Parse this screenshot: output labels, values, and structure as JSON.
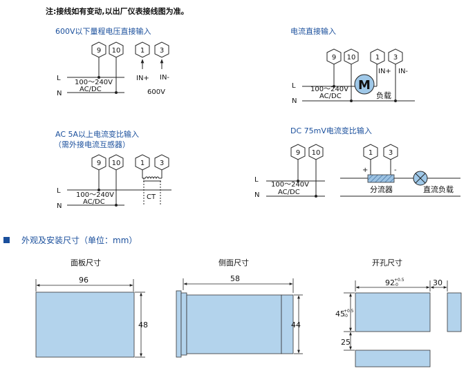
{
  "note": "注:接线如有变动,以出厂仪表接线图为准。",
  "diagrams": {
    "tl": {
      "title": "600V以下量程电压直接输入",
      "t9": "9",
      "t10": "10",
      "t1": "1",
      "t3": "3",
      "l": "L",
      "n": "N",
      "supply": "100～240V",
      "acdc": "AC/DC",
      "in_plus": "IN+",
      "in_minus": "IN-",
      "volt": "600V"
    },
    "tr": {
      "title": "电流直接输入",
      "t9": "9",
      "t10": "10",
      "t1": "1",
      "t3": "3",
      "l": "L",
      "n": "N",
      "supply": "100～240V",
      "acdc": "AC/DC",
      "in_plus": "IN+",
      "in_minus": "IN-",
      "meter": "M",
      "load": "负载"
    },
    "bl": {
      "title1": "AC 5A以上电流变比输入",
      "title2": "（需外接电流互感器）",
      "t9": "9",
      "t10": "10",
      "t1": "1",
      "t3": "3",
      "l": "L",
      "n": "N",
      "supply": "100～240V",
      "acdc": "AC/DC",
      "ct": "CT"
    },
    "br": {
      "title": "DC 75mV电流变比输入",
      "t9": "9",
      "t10": "10",
      "t1": "1",
      "t3": "3",
      "l": "L",
      "n": "N",
      "supply": "100～240V",
      "acdc": "AC/DC",
      "plus": "+",
      "minus": "-",
      "shunt": "分流器",
      "dc_load": "直流负载"
    }
  },
  "dimensions": {
    "section_title": "外观及安装尺寸（单位：mm）",
    "panel": {
      "title": "面板尺寸",
      "width": "96",
      "height": "48"
    },
    "side": {
      "title": "侧面尺寸",
      "width": "58",
      "height": "44"
    },
    "cutout": {
      "title": "开孔尺寸",
      "width": "92",
      "width_tol_up": "+0.5",
      "width_tol_down": "-0",
      "gap_h": "30",
      "height": "45",
      "height_tol_up": "+0.5",
      "height_tol_down": "-0",
      "gap_v": "25"
    }
  },
  "colors": {
    "accent": "#1a4f9c",
    "box_fill": "#b3d3ec",
    "meter_fill": "#9fc8e8",
    "shunt_fill": "#8fb8dc"
  }
}
